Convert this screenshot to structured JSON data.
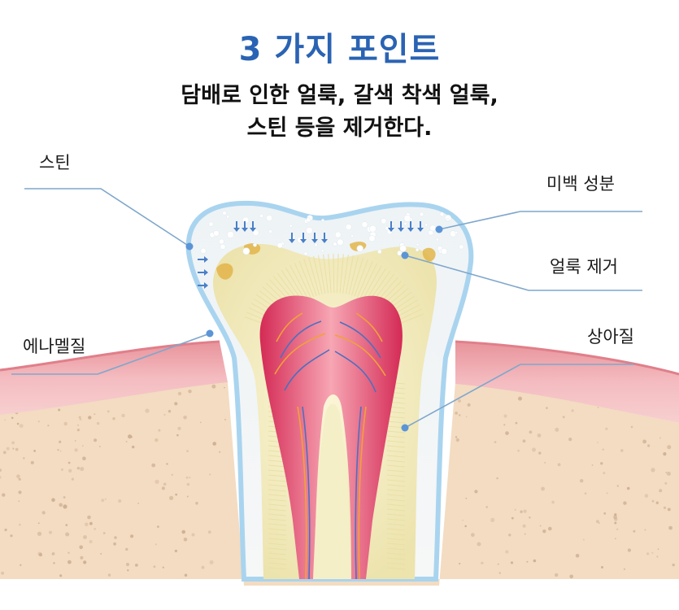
{
  "title": "3 가지 포인트",
  "subtitle": {
    "line1": "담배로 인한 얼룩, 갈색 착색 얼룩,",
    "line2": "스틴 등을 제거한다."
  },
  "labels": {
    "stain": "스틴",
    "enamel": "에나멜질",
    "whitening": "미백 성분",
    "stain_removal": "얼룩 제거",
    "dentin": "상아질"
  },
  "colors": {
    "title": "#2a63b3",
    "leader_line": "#7fa7cc",
    "gum": "#f2b7bc",
    "bone": "#f3dcc2",
    "dentin": "#f5efc8",
    "pulp": "#e2416a",
    "enamel_outline": "#a9d4ef"
  }
}
